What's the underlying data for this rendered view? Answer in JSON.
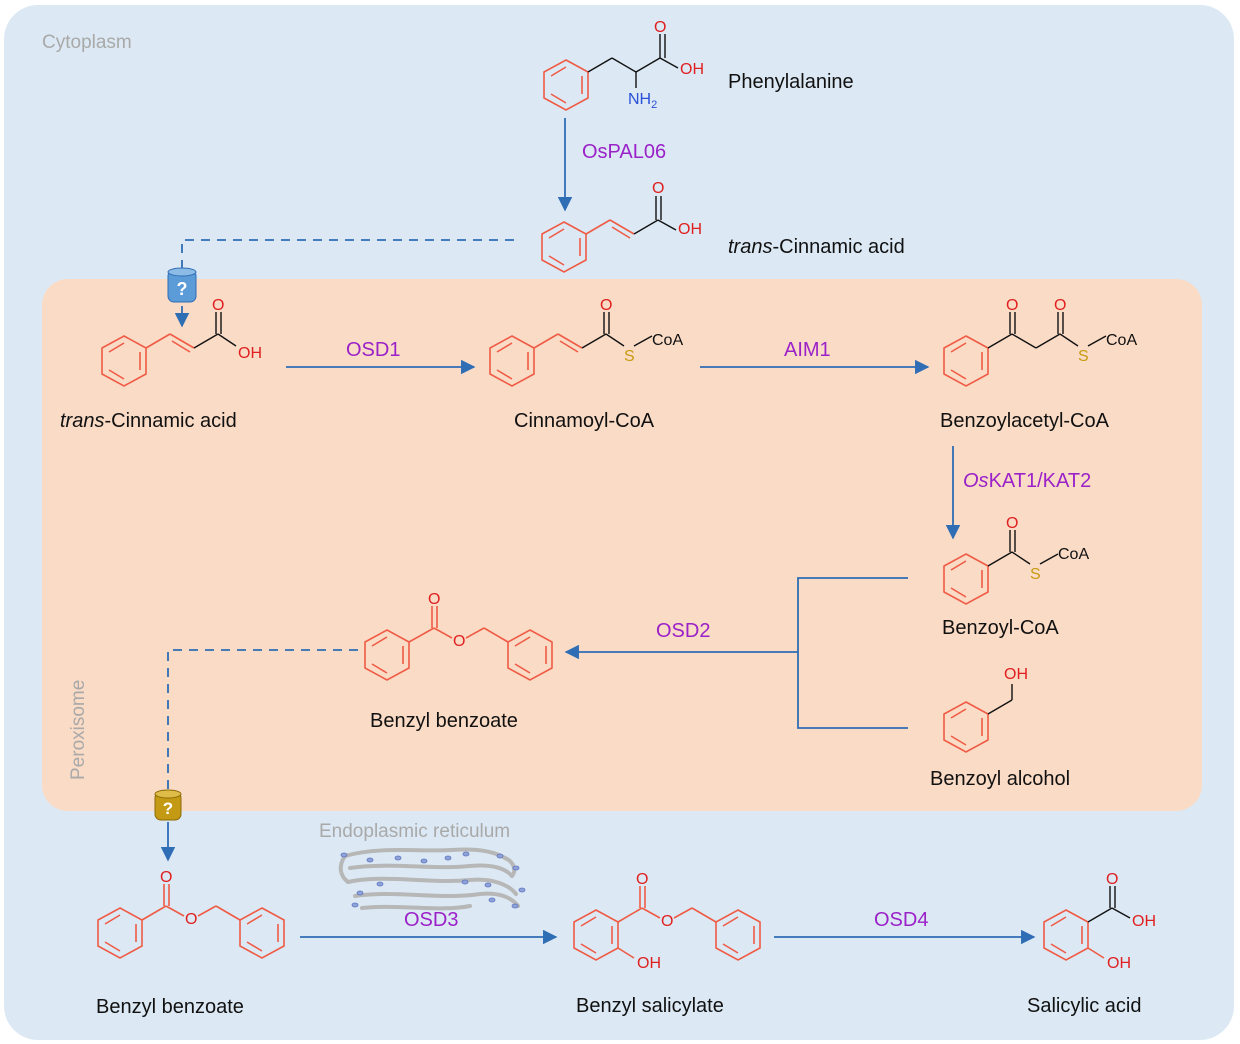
{
  "compartments": {
    "cytoplasm": "Cytoplasm",
    "peroxisome": "Peroxisome",
    "er": "Endoplasmic reticulum"
  },
  "compounds": {
    "phenylalanine": "Phenylalanine",
    "cinnamic_italic": "trans",
    "cinnamic_rest": "-Cinnamic acid",
    "cinnamoyl_coa": "Cinnamoyl-CoA",
    "benzoylacetyl_coa": "Benzoylacetyl-CoA",
    "benzoyl_coa": "Benzoyl-CoA",
    "benzoyl_alcohol": "Benzoyl alcohol",
    "benzyl_benzoate": "Benzyl benzoate",
    "benzyl_salicylate": "Benzyl salicylate",
    "salicylic_acid": "Salicylic acid"
  },
  "enzymes": {
    "ospal06": "OsPAL06",
    "osd1": "OSD1",
    "aim1": "AIM1",
    "kat_italic": "Os",
    "kat_rest": "KAT1/KAT2",
    "osd2": "OSD2",
    "osd3": "OSD3",
    "osd4": "OSD4"
  },
  "atoms": {
    "oxygen": "O",
    "hydroxyl": "OH",
    "amine": "NH",
    "amine_sub": "2",
    "sulfur": "S",
    "coa": "CoA"
  },
  "transporter_unknown": "?",
  "colors": {
    "cytoplasm_bg": "#dce9f4",
    "peroxisome_bg": "#fadbc6",
    "arrow": "#2f6db5",
    "enzyme_text": "#9b21c9",
    "ring": "#ef5b45",
    "oxygen": "#e02020",
    "sulfur": "#c89a10",
    "nitrogen": "#2a4fd8",
    "transporter_1": "#5b9bd8",
    "transporter_2": "#c49a14"
  }
}
